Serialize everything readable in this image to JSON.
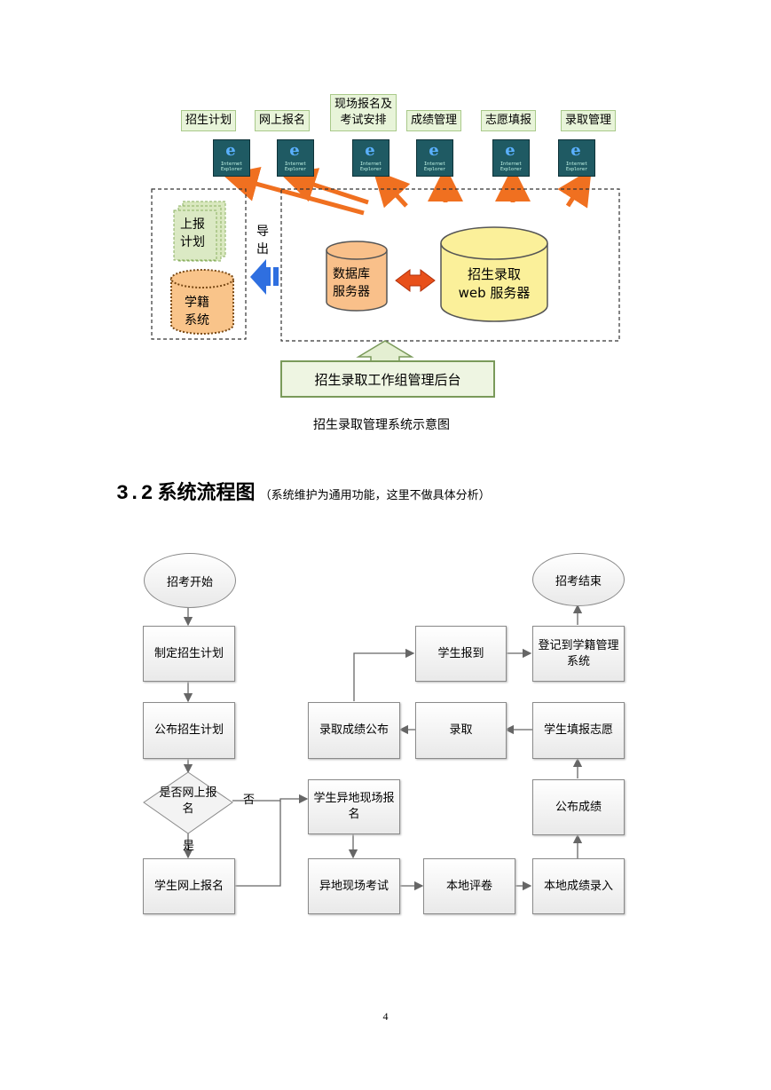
{
  "diagram1": {
    "callouts": [
      "招生计划",
      "网上报名",
      "现场报名及\n考试安排",
      "成绩管理",
      "志愿填报",
      "录取管理"
    ],
    "ie_icon_text": "Internet\nExplorer",
    "left_doc_label": "上报\n计划",
    "left_cyl_label": "学籍\n系统",
    "export_label": "导\n出",
    "db_label": "数据库\n服务器",
    "web_label": "招生录取\nweb 服务器",
    "backend_label": "招生录取工作组管理后台",
    "caption": "招生录取管理系统示意图"
  },
  "section": {
    "number": "3.2",
    "title": "系统流程图",
    "note": "（系统维护为通用功能，这里不做具体分析）"
  },
  "flow": {
    "start": "招考开始",
    "plan": "制定招生计划",
    "publish": "公布招生计划",
    "decision": "是否网上报\n名",
    "no": "否",
    "yes": "是",
    "online": "学生网上报名",
    "remote_register": "学生异地现场报\n名",
    "remote_exam": "异地现场考试",
    "local_grade": "本地评卷",
    "local_entry": "本地成绩录入",
    "publish_score": "公布成绩",
    "fill_choice": "学生填报志愿",
    "admit": "录取",
    "publish_admit": "录取成绩公布",
    "report": "学生报到",
    "register_status": "登记到学籍管理\n系统",
    "end": "招考结束"
  },
  "page_number": "4"
}
